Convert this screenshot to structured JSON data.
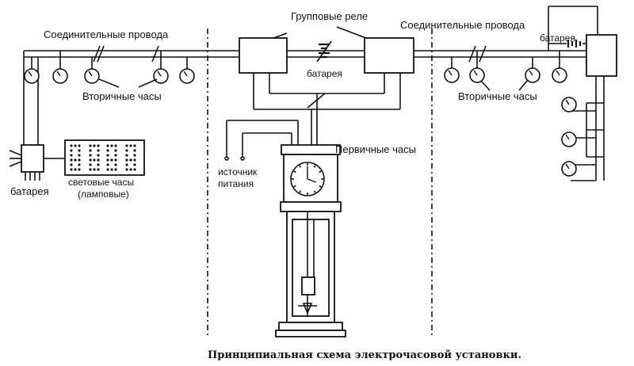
{
  "labels": {
    "group_relays": "Групповые реле",
    "wires_left": "Соединительные провода",
    "wires_right": "Соединительные провода",
    "battery_top_right": "батарея",
    "battery_center": "батарея",
    "secondary_left": "Вторичные часы",
    "secondary_right": "Вторичные часы",
    "primary_clock": "Первичные часы",
    "power_source_line1": "источник",
    "power_source_line2": "питания",
    "battery_left": "батарея",
    "light_clock_line1": "световые часы",
    "light_clock_line2": "(ламповые)"
  },
  "caption": "Принципиальная схема электрочасовой установки."
}
